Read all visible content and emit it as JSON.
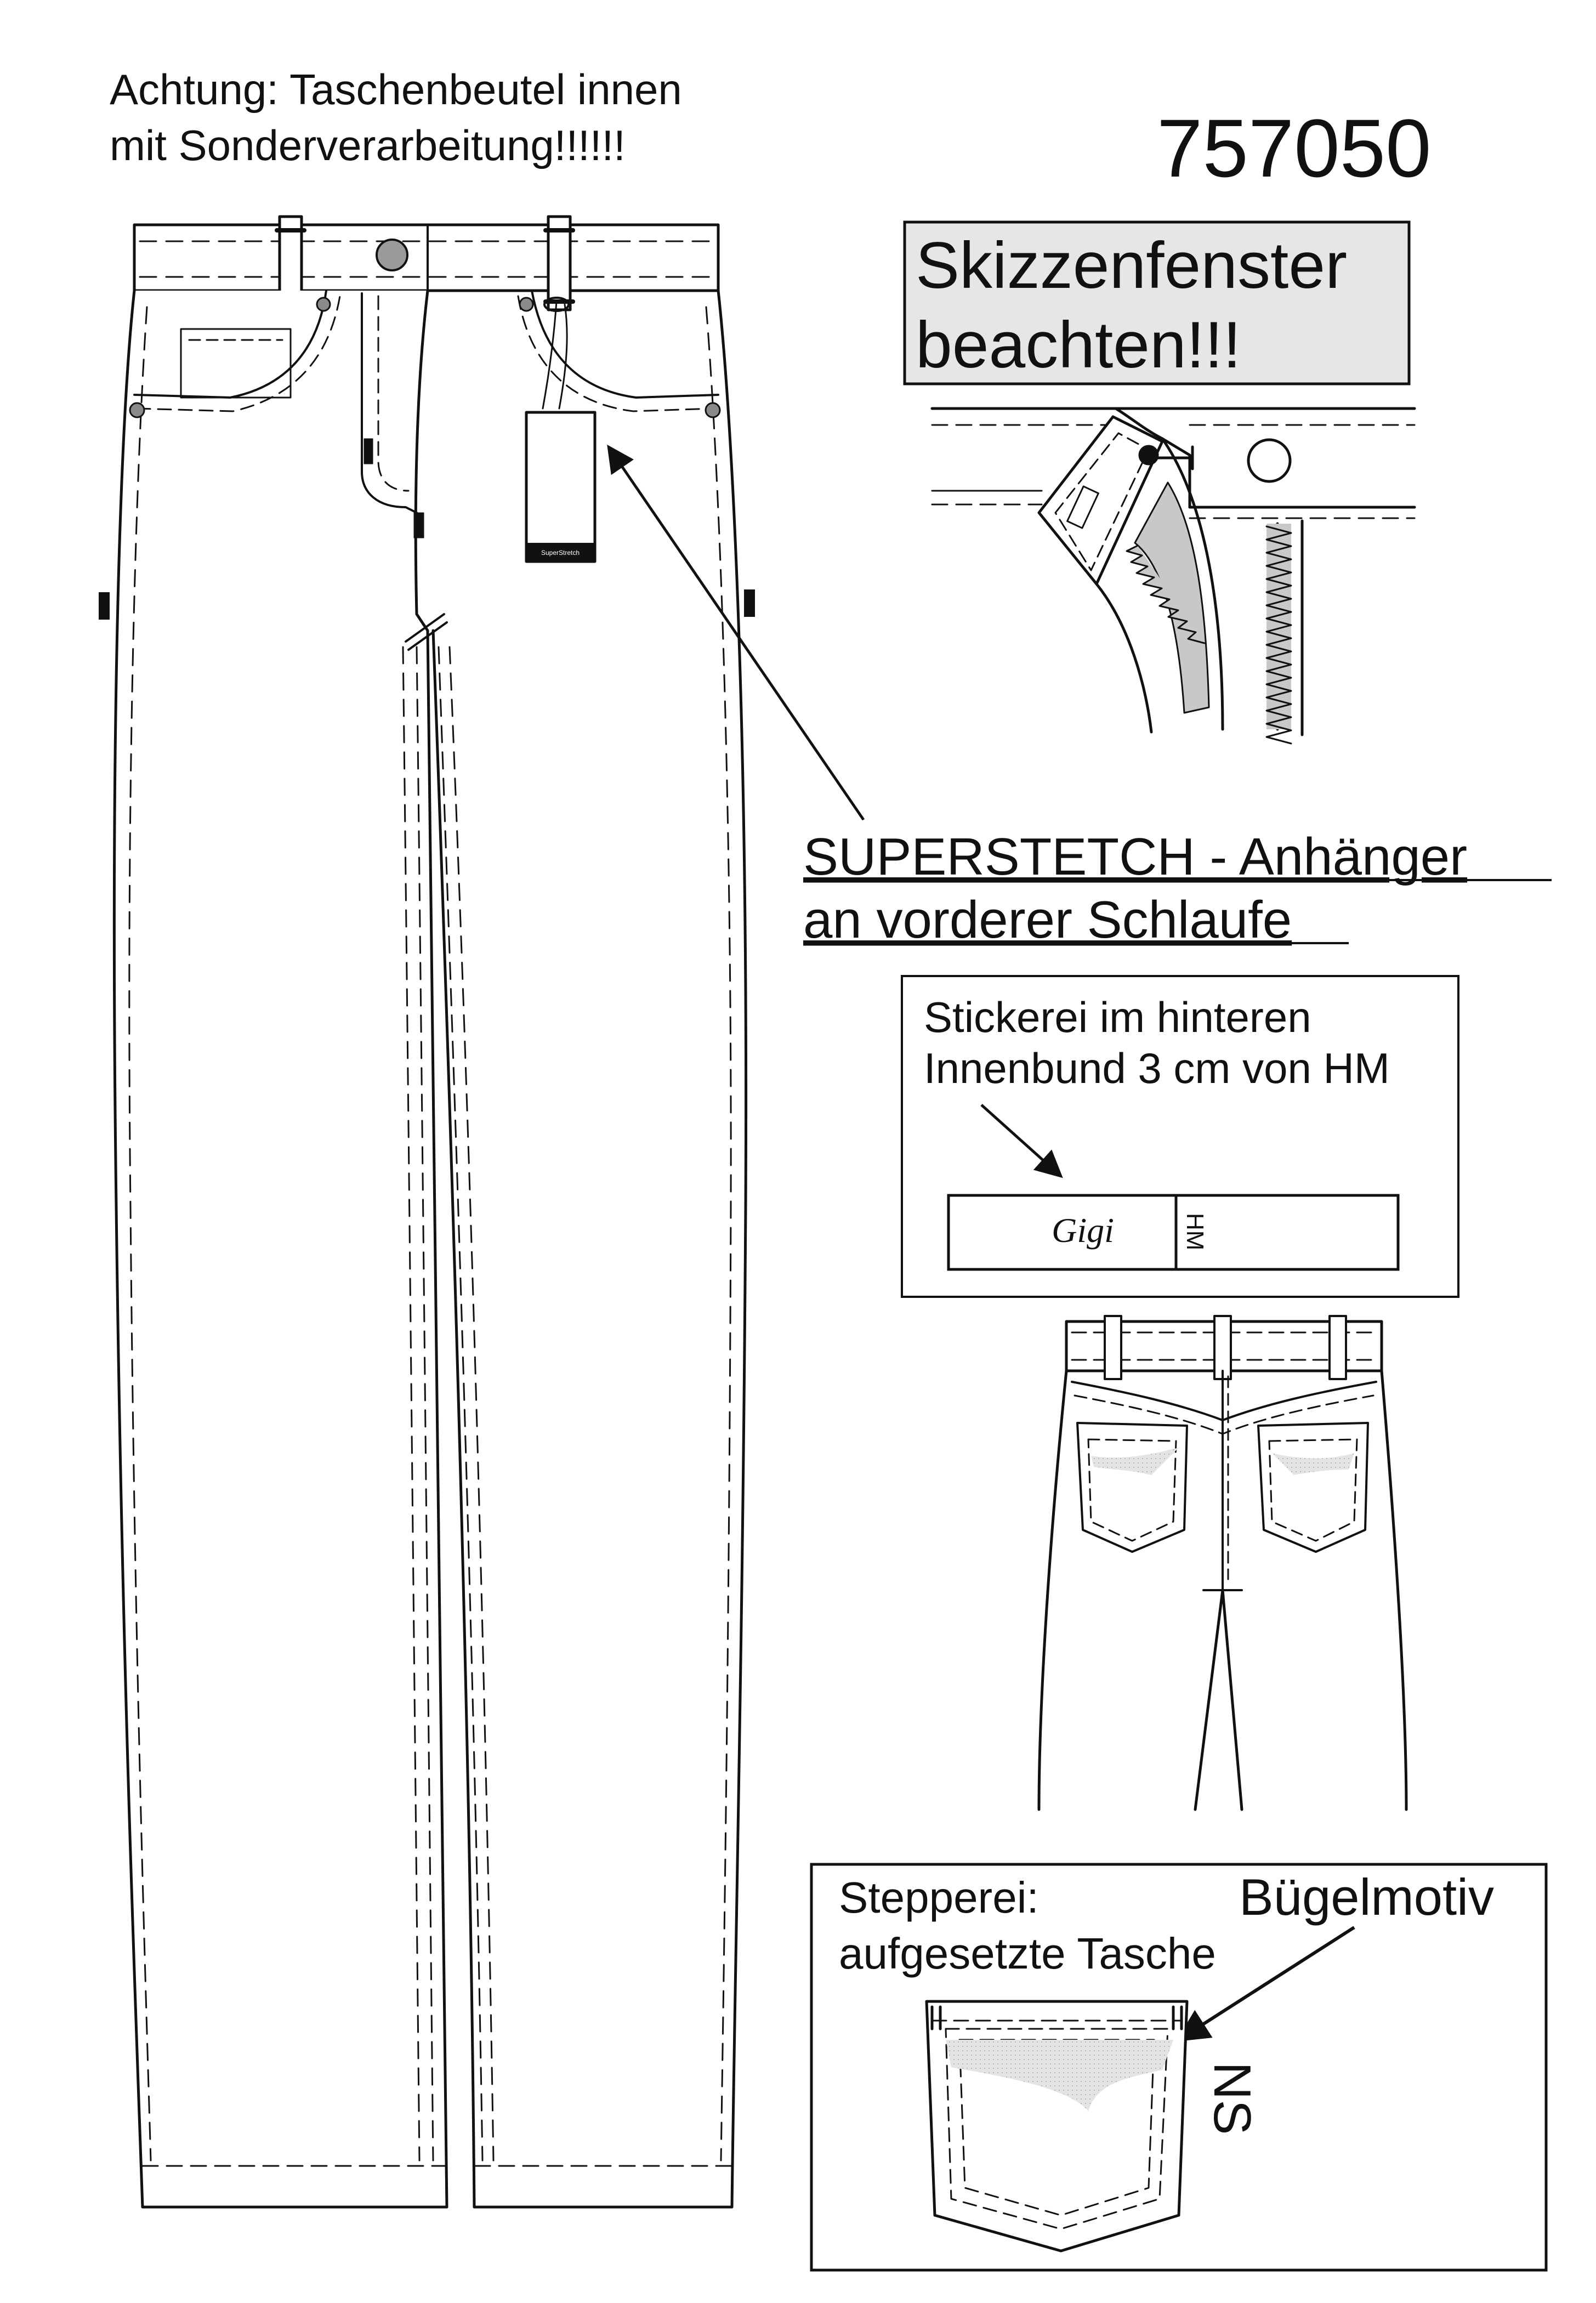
{
  "warning": {
    "line1": "Achtung: Taschenbeutel innen",
    "line2": "mit Sonderverarbeitung!!!!!!"
  },
  "article_number": "757050",
  "sketch_window": {
    "line1": "Skizzenfenster",
    "line2": "beachten!!!"
  },
  "tag_callout": {
    "line1": "SUPERSTETCH - Anhänger",
    "line2": "an vorderer Schlaufe",
    "tag_text": "SuperStretch"
  },
  "embroidery": {
    "line1": "Stickerei im hinteren",
    "line2": "Innenbund 3 cm von HM",
    "logo": "Gigi",
    "label_code": "HM"
  },
  "pocket_detail": {
    "title_line1": "Stepperei:",
    "title_line2": "aufgesetzte Tasche",
    "motif_label": "Bügelmotiv",
    "side_code": "NS"
  },
  "colors": {
    "line": "#111111",
    "fill_light": "#f2f2f2",
    "shade": "#c8c8c8",
    "box_fill": "#e8e8e8"
  }
}
